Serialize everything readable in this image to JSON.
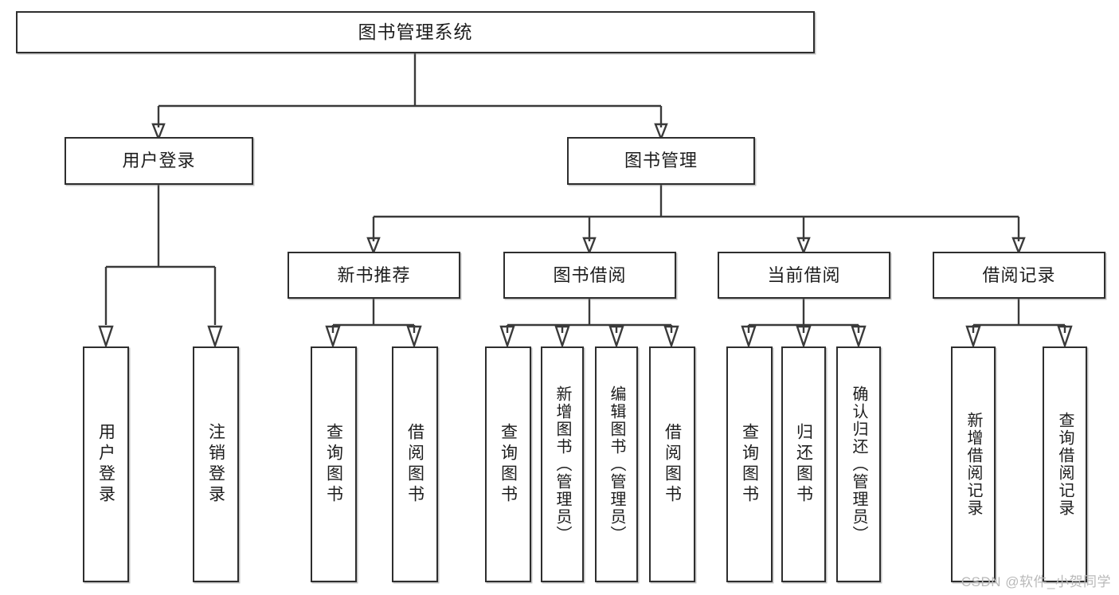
{
  "diagram": {
    "title": "图书管理系统",
    "type": "tree-hierarchy-chart",
    "root": {
      "label": "图书管理系统"
    },
    "level2": [
      {
        "label": "用户登录"
      },
      {
        "label": "图书管理"
      }
    ],
    "level3": [
      {
        "label": "新书推荐"
      },
      {
        "label": "图书借阅"
      },
      {
        "label": "当前借阅"
      },
      {
        "label": "借阅记录"
      }
    ],
    "leaves": {
      "user_login": [
        {
          "label": "用户登录"
        },
        {
          "label": "注销登录"
        }
      ],
      "new_book_recommend": [
        {
          "label": "查询图书"
        },
        {
          "label": "借阅图书"
        }
      ],
      "book_borrow": [
        {
          "label": "查询图书"
        },
        {
          "label": "新增图书（管理员）"
        },
        {
          "label": "编辑图书（管理员）"
        },
        {
          "label": "借阅图书"
        }
      ],
      "current_borrow": [
        {
          "label": "查询图书"
        },
        {
          "label": "归还图书"
        },
        {
          "label": "确认归还（管理员）"
        }
      ],
      "borrow_record": [
        {
          "label": "新增借阅记录"
        },
        {
          "label": "查询借阅记录"
        }
      ]
    }
  },
  "watermark": {
    "text": "CSDN @软件_小贺同学"
  },
  "colors": {
    "box_border": "#2e2e2e",
    "connector": "#3a3a3a",
    "background": "#ffffff",
    "text": "#1d1d1d",
    "watermark": "#b9b9b9"
  }
}
